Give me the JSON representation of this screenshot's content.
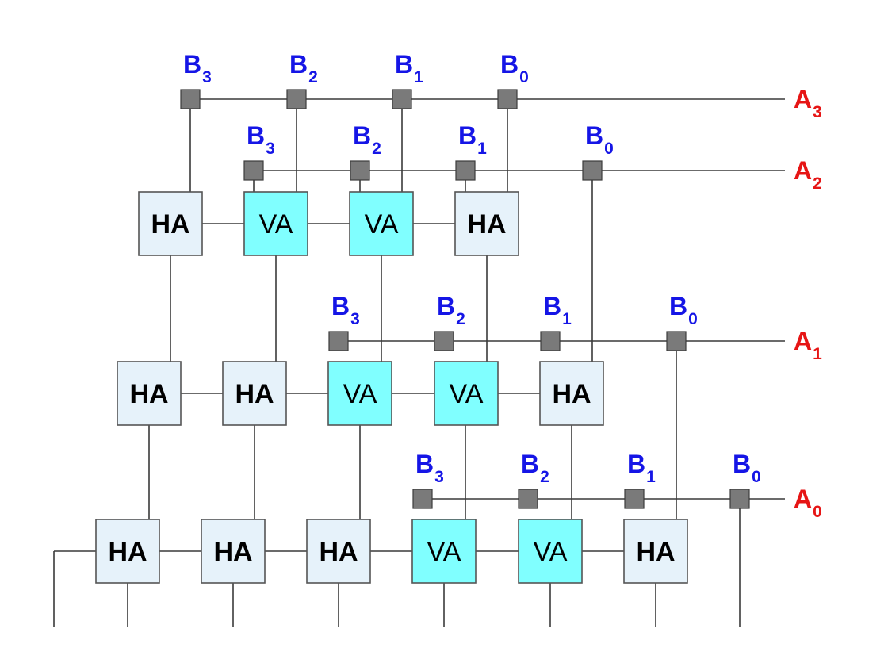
{
  "colors": {
    "wire": "#3a3a3a",
    "node_fill": "#7a7a7a",
    "ha_fill": "#e6f2fa",
    "va_fill": "#80ffff",
    "cell_border": "#555555",
    "b_label": "#1515e6",
    "a_label": "#e61515"
  },
  "rows": [
    {
      "a_label": "A",
      "a_sub": "3",
      "b_labels": [
        {
          "main": "B",
          "sub": "3"
        },
        {
          "main": "B",
          "sub": "2"
        },
        {
          "main": "B",
          "sub": "1"
        },
        {
          "main": "B",
          "sub": "0"
        }
      ]
    },
    {
      "a_label": "A",
      "a_sub": "2",
      "b_labels": [
        {
          "main": "B",
          "sub": "3"
        },
        {
          "main": "B",
          "sub": "2"
        },
        {
          "main": "B",
          "sub": "1"
        },
        {
          "main": "B",
          "sub": "0"
        }
      ]
    },
    {
      "a_label": "A",
      "a_sub": "1",
      "b_labels": [
        {
          "main": "B",
          "sub": "3"
        },
        {
          "main": "B",
          "sub": "2"
        },
        {
          "main": "B",
          "sub": "1"
        },
        {
          "main": "B",
          "sub": "0"
        }
      ]
    },
    {
      "a_label": "A",
      "a_sub": "0",
      "b_labels": [
        {
          "main": "B",
          "sub": "3"
        },
        {
          "main": "B",
          "sub": "2"
        },
        {
          "main": "B",
          "sub": "1"
        },
        {
          "main": "B",
          "sub": "0"
        }
      ]
    }
  ],
  "adder_rows": [
    [
      "HA",
      "VA",
      "VA",
      "HA"
    ],
    [
      "HA",
      "HA",
      "VA",
      "VA",
      "HA"
    ],
    [
      "HA",
      "HA",
      "HA",
      "VA",
      "VA",
      "HA"
    ]
  ]
}
